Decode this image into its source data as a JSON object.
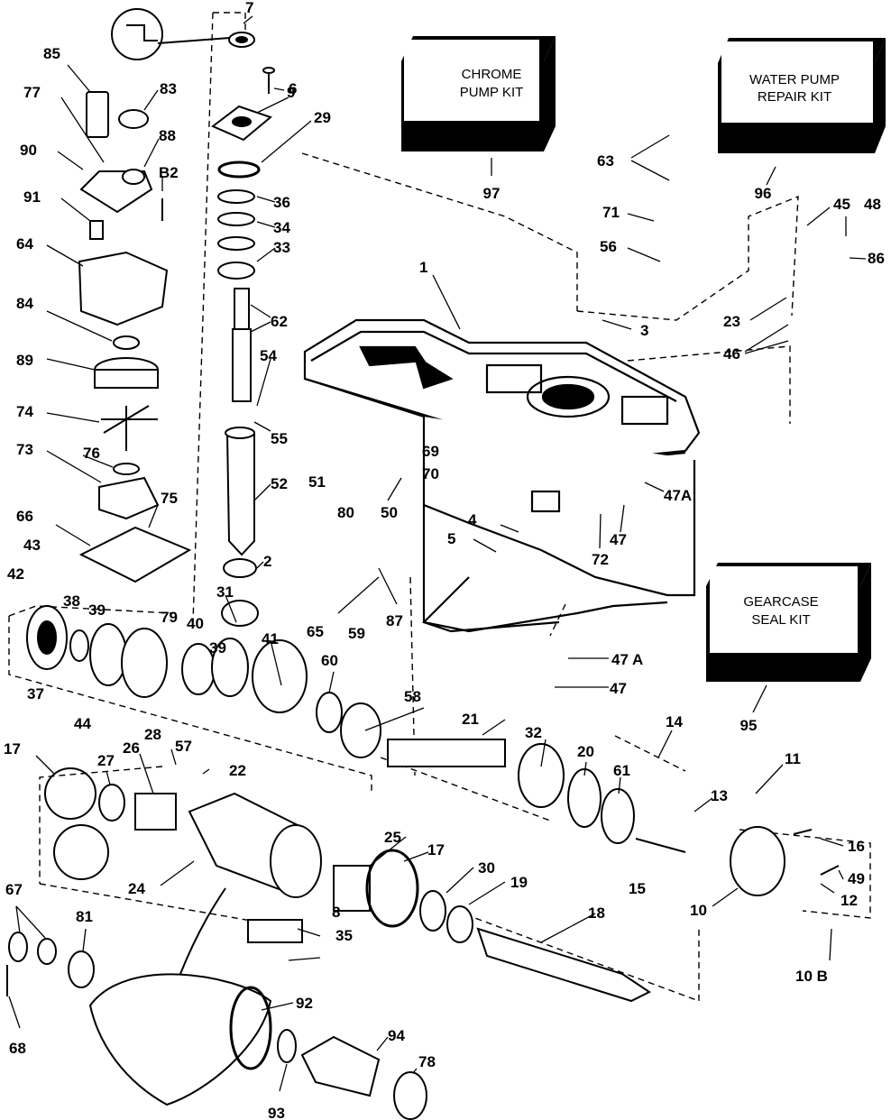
{
  "kits": [
    {
      "id": "chrome-pump-kit",
      "lines": [
        "CHROME",
        "PUMP KIT"
      ],
      "ref": "97"
    },
    {
      "id": "water-pump-repair-kit",
      "lines": [
        "WATER PUMP",
        "REPAIR KIT"
      ],
      "ref": "96"
    },
    {
      "id": "gearcase-seal-kit",
      "lines": [
        "GEARCASE",
        "SEAL KIT"
      ],
      "ref": "95"
    }
  ],
  "callouts": [
    {
      "label": "7"
    },
    {
      "label": "85"
    },
    {
      "label": "83"
    },
    {
      "label": "9"
    },
    {
      "label": "6"
    },
    {
      "label": "77"
    },
    {
      "label": "29"
    },
    {
      "label": "88"
    },
    {
      "label": "90"
    },
    {
      "label": "B2"
    },
    {
      "label": "91"
    },
    {
      "label": "36"
    },
    {
      "label": "34"
    },
    {
      "label": "33"
    },
    {
      "label": "64"
    },
    {
      "label": "62"
    },
    {
      "label": "84"
    },
    {
      "label": "89"
    },
    {
      "label": "54"
    },
    {
      "label": "74"
    },
    {
      "label": "55"
    },
    {
      "label": "73"
    },
    {
      "label": "76"
    },
    {
      "label": "52"
    },
    {
      "label": "66"
    },
    {
      "label": "75"
    },
    {
      "label": "43"
    },
    {
      "label": "2"
    },
    {
      "label": "42"
    },
    {
      "label": "38"
    },
    {
      "label": "39"
    },
    {
      "label": "31"
    },
    {
      "label": "79"
    },
    {
      "label": "40"
    },
    {
      "label": "41"
    },
    {
      "label": "39"
    },
    {
      "label": "37"
    },
    {
      "label": "44"
    },
    {
      "label": "1"
    },
    {
      "label": "3"
    },
    {
      "label": "63"
    },
    {
      "label": "71"
    },
    {
      "label": "56"
    },
    {
      "label": "45"
    },
    {
      "label": "48"
    },
    {
      "label": "86"
    },
    {
      "label": "23"
    },
    {
      "label": "46"
    },
    {
      "label": "69"
    },
    {
      "label": "70"
    },
    {
      "label": "51"
    },
    {
      "label": "80"
    },
    {
      "label": "50"
    },
    {
      "label": "47A"
    },
    {
      "label": "47"
    },
    {
      "label": "4"
    },
    {
      "label": "5"
    },
    {
      "label": "72"
    },
    {
      "label": "65"
    },
    {
      "label": "87"
    },
    {
      "label": "59"
    },
    {
      "label": "60"
    },
    {
      "label": "58"
    },
    {
      "label": "47 A"
    },
    {
      "label": "47"
    },
    {
      "label": "17"
    },
    {
      "label": "28"
    },
    {
      "label": "57"
    },
    {
      "label": "27"
    },
    {
      "label": "26"
    },
    {
      "label": "22"
    },
    {
      "label": "21"
    },
    {
      "label": "32"
    },
    {
      "label": "20"
    },
    {
      "label": "14"
    },
    {
      "label": "11"
    },
    {
      "label": "61"
    },
    {
      "label": "13"
    },
    {
      "label": "25"
    },
    {
      "label": "17"
    },
    {
      "label": "16"
    },
    {
      "label": "24"
    },
    {
      "label": "30"
    },
    {
      "label": "19"
    },
    {
      "label": "15"
    },
    {
      "label": "49"
    },
    {
      "label": "12"
    },
    {
      "label": "10"
    },
    {
      "label": "18"
    },
    {
      "label": "8"
    },
    {
      "label": "35"
    },
    {
      "label": "67"
    },
    {
      "label": "81"
    },
    {
      "label": "10 B"
    },
    {
      "label": "92"
    },
    {
      "label": "94"
    },
    {
      "label": "78"
    },
    {
      "label": "68"
    },
    {
      "label": "93"
    }
  ]
}
